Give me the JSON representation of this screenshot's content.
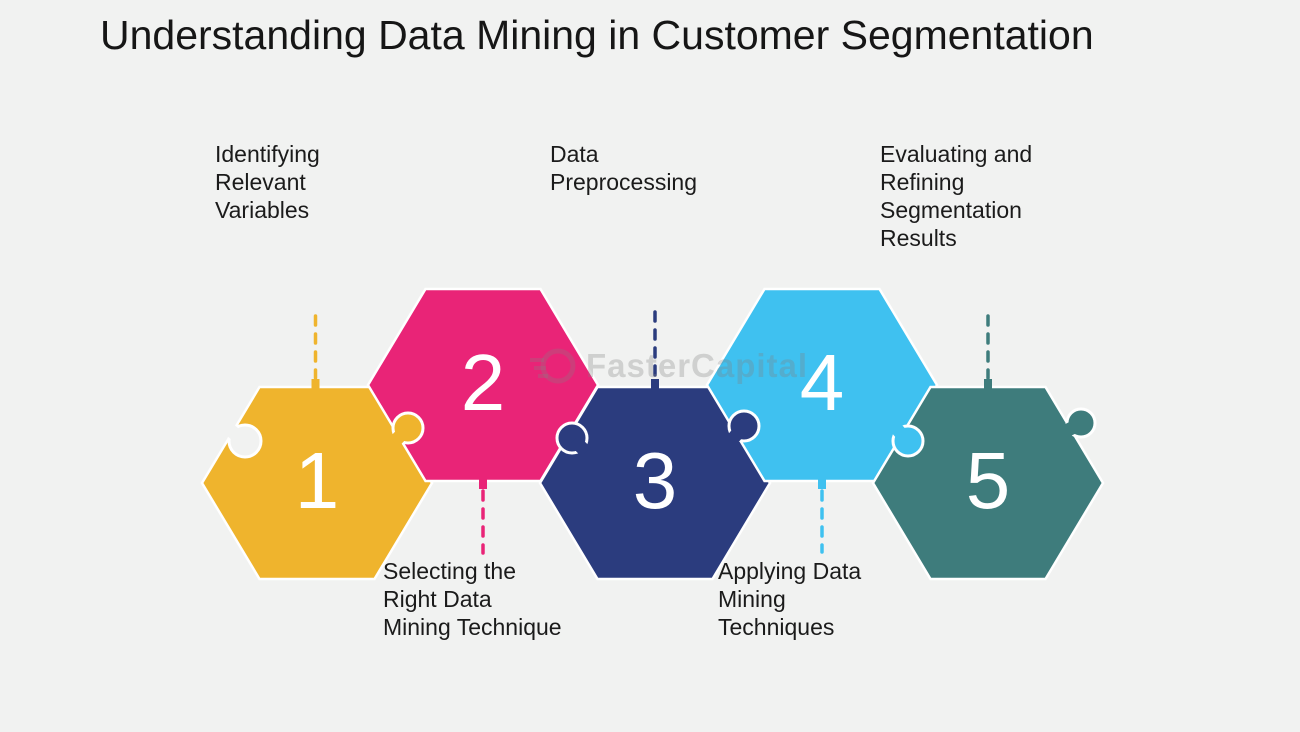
{
  "background": "#f1f2f1",
  "title": "Understanding Data Mining in Customer Segmentation",
  "watermark": {
    "text": "FasterCapital"
  },
  "text_color": "#1b1b1b",
  "steps": [
    {
      "num": "1",
      "color": "#efb42d",
      "label": "Identifying\nRelevant\nVariables",
      "label_position": "above"
    },
    {
      "num": "2",
      "color": "#e92477",
      "label": "Selecting the\nRight Data\nMining Technique",
      "label_position": "below"
    },
    {
      "num": "3",
      "color": "#2b3c7e",
      "label": "Data\nPreprocessing",
      "label_position": "above"
    },
    {
      "num": "4",
      "color": "#3fc1f0",
      "label": "Applying Data\nMining\nTechniques",
      "label_position": "below"
    },
    {
      "num": "5",
      "color": "#3e7c7c",
      "label": "Evaluating and\nRefining\nSegmentation\nResults",
      "label_position": "above"
    }
  ]
}
